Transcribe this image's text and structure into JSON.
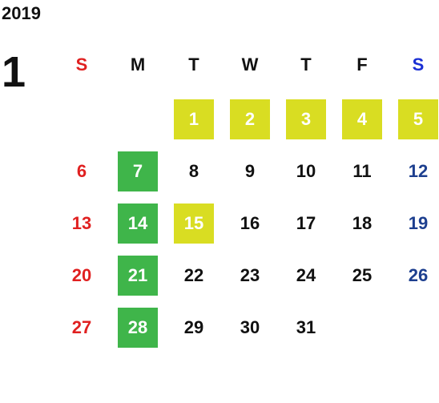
{
  "year": "2019",
  "month": "1",
  "weekdays": [
    "S",
    "M",
    "T",
    "W",
    "T",
    "F",
    "S"
  ],
  "weeks": [
    [
      "",
      "",
      "1",
      "2",
      "3",
      "4",
      "5"
    ],
    [
      "6",
      "7",
      "8",
      "9",
      "10",
      "11",
      "12"
    ],
    [
      "13",
      "14",
      "15",
      "16",
      "17",
      "18",
      "19"
    ],
    [
      "20",
      "21",
      "22",
      "23",
      "24",
      "25",
      "26"
    ],
    [
      "27",
      "28",
      "29",
      "30",
      "31",
      "",
      ""
    ]
  ],
  "colors": {
    "sunday": "#e02020",
    "saturday_header": "#1a2fd4",
    "saturday": "#1d3f8f",
    "holiday_yellow": "#d9dd22",
    "highlight_green": "#3fb54a"
  }
}
